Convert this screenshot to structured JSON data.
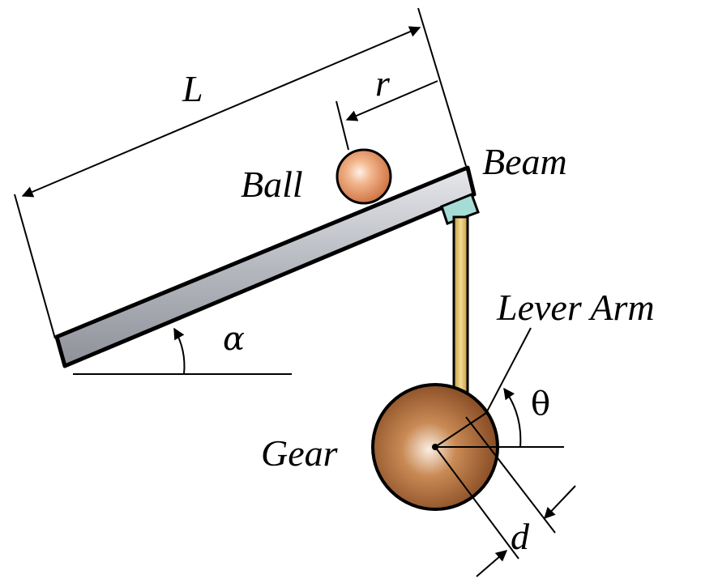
{
  "labels": {
    "length": "L",
    "position": "r",
    "ball": "Ball",
    "beam": "Beam",
    "lever_arm": "Lever Arm",
    "gear": "Gear",
    "beam_angle": "α",
    "gear_angle": "θ",
    "offset": "d"
  },
  "colors": {
    "beam_fill": "#b9bcc2",
    "ball_fill": "#e08a55",
    "gear_fill": "#9a5a2a",
    "lever_fill": "#e6c06a",
    "pivot_fill": "#9fd8d2",
    "stroke": "#000000"
  }
}
